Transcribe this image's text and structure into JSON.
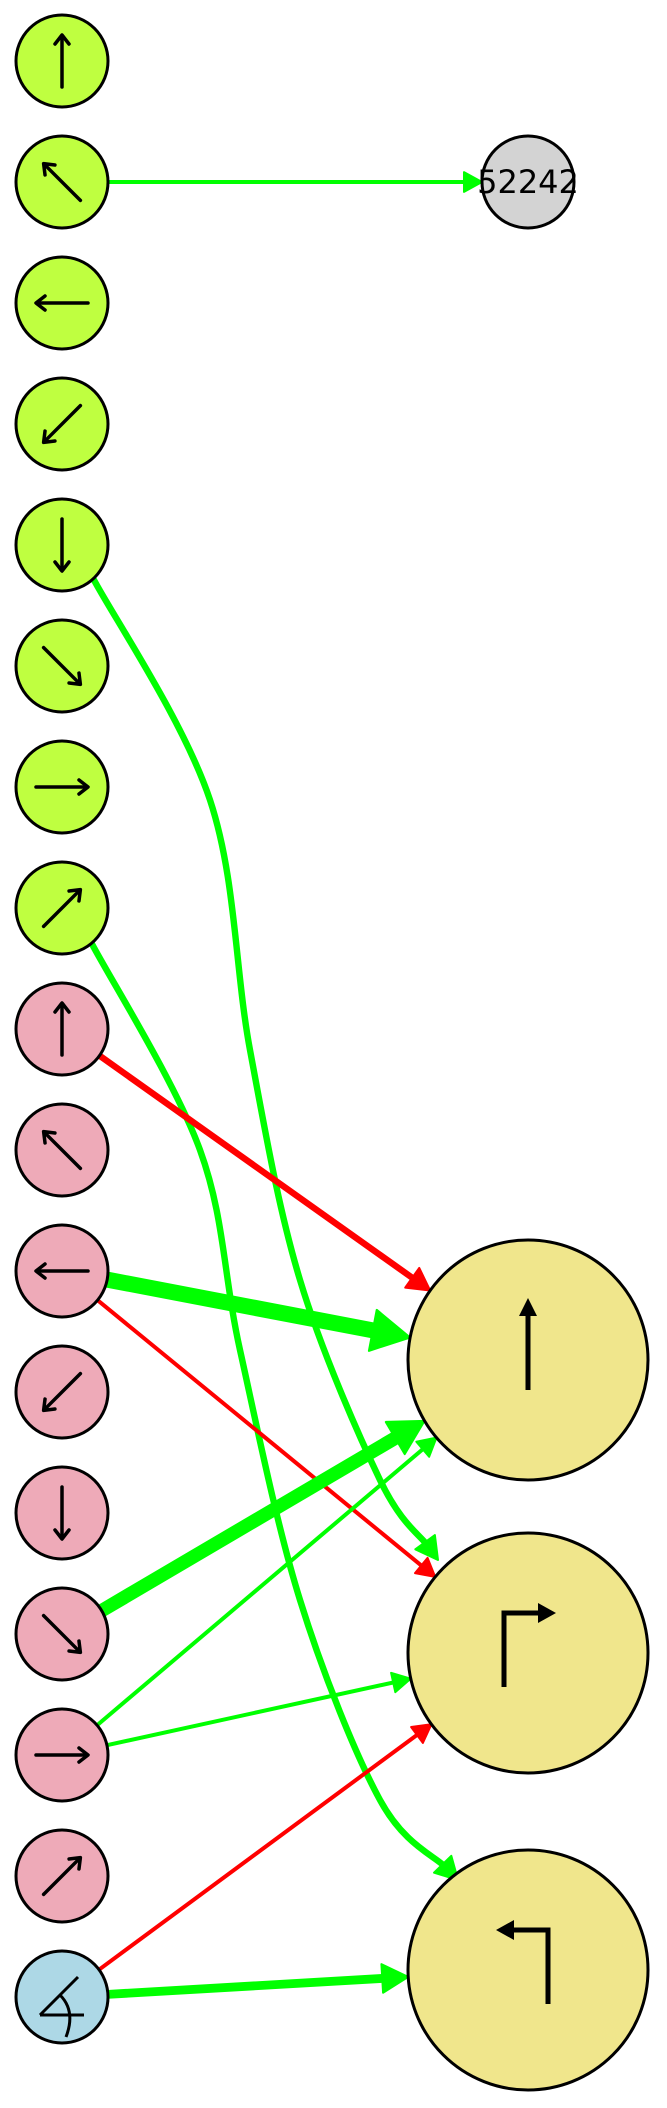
{
  "colors": {
    "green_edge": "#00ff00",
    "red_edge": "#ff0000",
    "lime_node": "#bfff40",
    "pink_node": "#eeaab8",
    "blue_node": "#add8e6",
    "gray_node": "#d3d3d3",
    "yellow_node": "#f0e68c",
    "outline": "#000000"
  },
  "nodes": [
    {
      "id": "g-up",
      "group": "lime",
      "glyph": "arrow",
      "angle": 0
    },
    {
      "id": "g-upleft",
      "group": "lime",
      "glyph": "arrow",
      "angle": -45
    },
    {
      "id": "g-left",
      "group": "lime",
      "glyph": "arrow",
      "angle": -90
    },
    {
      "id": "g-downleft",
      "group": "lime",
      "glyph": "arrow",
      "angle": -135
    },
    {
      "id": "g-down",
      "group": "lime",
      "glyph": "arrow",
      "angle": 180
    },
    {
      "id": "g-downright",
      "group": "lime",
      "glyph": "arrow",
      "angle": 135
    },
    {
      "id": "g-right",
      "group": "lime",
      "glyph": "arrow",
      "angle": 90
    },
    {
      "id": "g-upright",
      "group": "lime",
      "glyph": "arrow",
      "angle": 45
    },
    {
      "id": "p-up",
      "group": "pink",
      "glyph": "arrow",
      "angle": 0
    },
    {
      "id": "p-upleft",
      "group": "pink",
      "glyph": "arrow",
      "angle": -45
    },
    {
      "id": "p-left",
      "group": "pink",
      "glyph": "arrow",
      "angle": -90
    },
    {
      "id": "p-downleft",
      "group": "pink",
      "glyph": "arrow",
      "angle": -135
    },
    {
      "id": "p-down",
      "group": "pink",
      "glyph": "arrow",
      "angle": 180
    },
    {
      "id": "p-downright",
      "group": "pink",
      "glyph": "arrow",
      "angle": 135
    },
    {
      "id": "p-right",
      "group": "pink",
      "glyph": "arrow",
      "angle": 90
    },
    {
      "id": "p-upright",
      "group": "pink",
      "glyph": "arrow",
      "angle": 45
    },
    {
      "id": "b-angle",
      "group": "blue",
      "glyph": "angle-symbol"
    },
    {
      "id": "n-52242",
      "group": "gray",
      "label": "52242"
    },
    {
      "id": "t-straight",
      "group": "yellow",
      "glyph": "straight-arrow"
    },
    {
      "id": "t-right",
      "group": "yellow",
      "glyph": "turn-right-arrow"
    },
    {
      "id": "t-left",
      "group": "yellow",
      "glyph": "turn-left-arrow"
    }
  ],
  "edges": [
    {
      "from": "g-upleft",
      "to": "n-52242",
      "color": "green",
      "weight": 1
    },
    {
      "from": "g-down",
      "to": "t-right",
      "color": "green",
      "weight": 2
    },
    {
      "from": "g-upright",
      "to": "t-left",
      "color": "green",
      "weight": 2
    },
    {
      "from": "p-up",
      "to": "t-straight",
      "color": "red",
      "weight": 2
    },
    {
      "from": "p-left",
      "to": "t-straight",
      "color": "green",
      "weight": 6
    },
    {
      "from": "p-left",
      "to": "t-right",
      "color": "red",
      "weight": 1
    },
    {
      "from": "p-downright",
      "to": "t-straight",
      "color": "green",
      "weight": 5
    },
    {
      "from": "p-right",
      "to": "t-straight",
      "color": "green",
      "weight": 1
    },
    {
      "from": "p-right",
      "to": "t-right",
      "color": "green",
      "weight": 1
    },
    {
      "from": "b-angle",
      "to": "t-right",
      "color": "red",
      "weight": 1
    },
    {
      "from": "b-angle",
      "to": "t-left",
      "color": "green",
      "weight": 3
    }
  ]
}
